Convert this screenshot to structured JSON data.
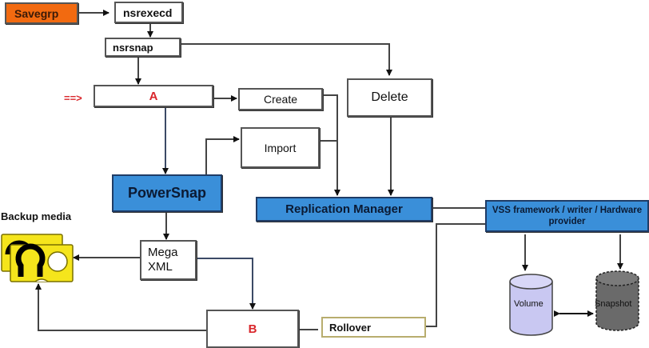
{
  "diagram": {
    "nodes": {
      "savegrp": "Savegrp",
      "nsrexecd": "nsrexecd",
      "nsrsnap": "nsrsnap",
      "a": "A",
      "a_pointer": "==>",
      "create": "Create",
      "import": "Import",
      "delete": "Delete",
      "powersnap": "PowerSnap",
      "replication_manager": "Replication Manager",
      "vss": "VSS framework / writer / Hardware provider",
      "backup_media": "Backup media",
      "mega_xml_line1": "Mega",
      "mega_xml_line2": "XML",
      "b": "B",
      "rollover": "Rollover",
      "volume": "Volume",
      "snapshot": "Snapshot"
    },
    "colors": {
      "savegrp_fill": "#f26a10",
      "blue_fill": "#3a8fd9",
      "label_red": "#d9262b",
      "backup_media_fill": "#f5e51c",
      "volume_fill": "#c9c8f2",
      "snapshot_fill": "#6a6a6a",
      "rollover_border": "#b8ad6e"
    }
  }
}
